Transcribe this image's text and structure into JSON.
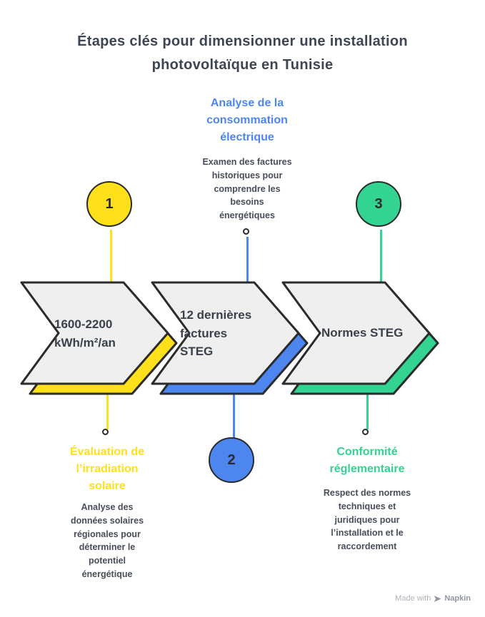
{
  "title": "Étapes clés pour dimensionner une installation\nphotovoltaïque en Tunisie",
  "colors": {
    "yellow": "#FFE01A",
    "blue": "#4E86F0",
    "green": "#33D391",
    "outline_dark": "#2B2B2B",
    "chevron_fill": "#EFEFEF",
    "title_text": "#3E4654",
    "body_text": "#474E59"
  },
  "steps": [
    {
      "number": "1",
      "accent": "#FFE01A",
      "chevron_label": "1600-2200\nkWh/m²/an",
      "heading": "Évaluation de\nl’irradiation\nsolaire",
      "description": "Analyse des\ndonnées solaires\nrégionales pour\ndéterminer le\npotentiel\nénergétique",
      "annotation_position": "below"
    },
    {
      "number": "2",
      "accent": "#4E86F0",
      "chevron_label": "12 dernières\nfactures\nSTEG",
      "heading": "Analyse de la\nconsommation\nélectrique",
      "description": "Examen des factures\nhistoriques pour\ncomprendre les\nbesoins\nénergétiques",
      "annotation_position": "above"
    },
    {
      "number": "3",
      "accent": "#33D391",
      "chevron_label": "Normes STEG",
      "heading": "Conformité\nréglementaire",
      "description": "Respect des normes\ntechniques et\njuridiques pour\nl’installation et le\nraccordement",
      "annotation_position": "below"
    }
  ],
  "watermark": {
    "prefix": "Made with",
    "brand": "Napkin"
  }
}
